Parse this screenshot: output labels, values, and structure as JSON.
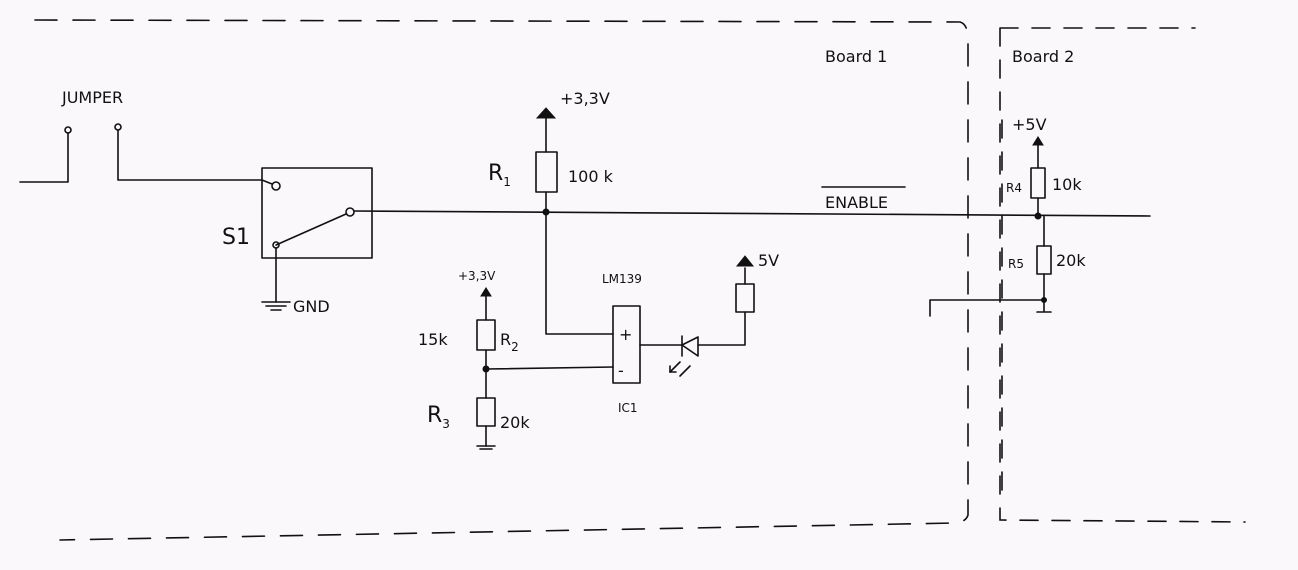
{
  "labels": {
    "jumper": "JUMPER",
    "board1": "Board 1",
    "board2": "Board 2",
    "s1": "S1",
    "gnd": "GND",
    "r1": "R",
    "r1_sub": "1",
    "r1_value": "100 k",
    "v33_top": "+3,3V",
    "v33_r2": "+3,3V",
    "r2": "R",
    "r2_sub": "2",
    "r2_value": "15k",
    "r3": "R",
    "r3_sub": "3",
    "r3_value": "20k",
    "lm139": "LM139",
    "ic1": "IC1",
    "plus": "+",
    "minus": "-",
    "v5_led": "5V",
    "enable": "ENABLE",
    "v5_b2": "+5V",
    "r4": "R4",
    "r4_value": "10k",
    "r5": "R5",
    "r5_value": "20k"
  }
}
